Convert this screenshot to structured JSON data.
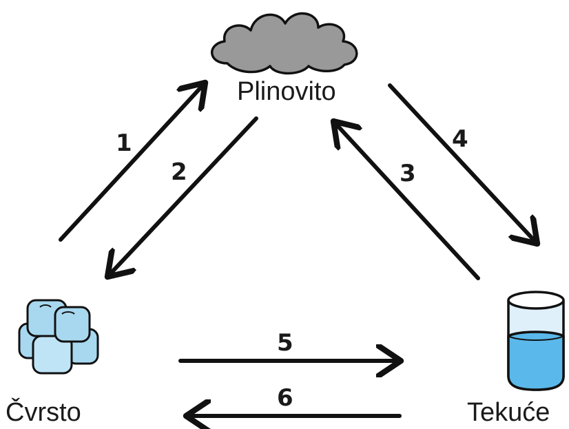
{
  "states": {
    "gas": {
      "label": "Plinovito",
      "icon": "cloud-icon"
    },
    "solid": {
      "label": "Čvrsto",
      "icon": "ice-cubes-icon"
    },
    "liquid": {
      "label": "Tekuće",
      "icon": "water-glass-icon"
    }
  },
  "transitions": [
    {
      "number": "1",
      "from": "solid",
      "to": "gas"
    },
    {
      "number": "2",
      "from": "gas",
      "to": "solid"
    },
    {
      "number": "3",
      "from": "liquid",
      "to": "gas"
    },
    {
      "number": "4",
      "from": "gas",
      "to": "liquid"
    },
    {
      "number": "5",
      "from": "solid",
      "to": "liquid"
    },
    {
      "number": "6",
      "from": "liquid",
      "to": "solid"
    }
  ],
  "colors": {
    "stroke": "#111111",
    "cloud": "#999999",
    "ice": "#a8d8f0",
    "water": "#5ab8ea",
    "glass": "#dff0fa"
  }
}
